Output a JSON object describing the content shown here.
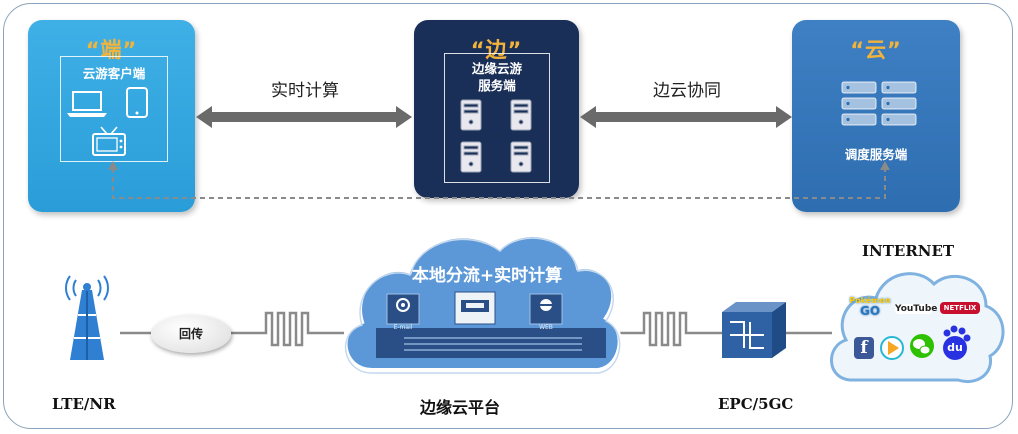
{
  "tiers": {
    "client": {
      "label": "“端”",
      "title": "云游客户端"
    },
    "edge": {
      "label": "“边”",
      "title_line1": "边缘云游",
      "title_line2": "服务端"
    },
    "cloud": {
      "label": "“云”",
      "title": "调度服务端"
    }
  },
  "arrows": {
    "realtime_compute": "实时计算",
    "edge_cloud_collab": "边云协同"
  },
  "network": {
    "cloud_title": "本地分流+实时计算",
    "backhaul": "回传",
    "lte_nr": "LTE/NR",
    "edge_platform": "边缘云平台",
    "epc_5gc": "EPC/5GC",
    "internet": "INTERNET",
    "email_icon_text": "E-mail",
    "browser_icon_text": "WEB"
  },
  "apps": {
    "pokemon_line1": "Pokémon",
    "pokemon_line2": "GO",
    "youtube": "YouTube",
    "netflix": "NETFLIX",
    "facebook": "f",
    "baidu": "du"
  },
  "colors": {
    "client": "#2a9dd9",
    "edge": "#1a2f58",
    "cloud": "#2d6db0",
    "accent_label": "#f2b33a",
    "arrow": "#666666"
  }
}
